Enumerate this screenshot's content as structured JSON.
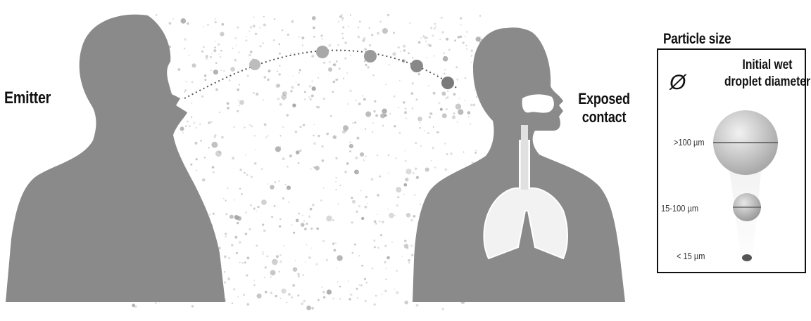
{
  "labels": {
    "emitter": "Emitter",
    "exposed_line1": "Exposed",
    "exposed_line2": "contact"
  },
  "legend": {
    "title": "Particle size",
    "symbol": "Ø",
    "header_line1": "Initial wet",
    "header_line2": "droplet diameter",
    "sizes": [
      ">100 µm",
      "15-100 µm",
      "< 15 µm"
    ]
  },
  "colors": {
    "body": "#8a8a8a",
    "lungs": "#f2f2f2",
    "droplet": "#b5b5b5",
    "droplet_dark": "#6f6f6f",
    "trajectory": "#555555"
  }
}
